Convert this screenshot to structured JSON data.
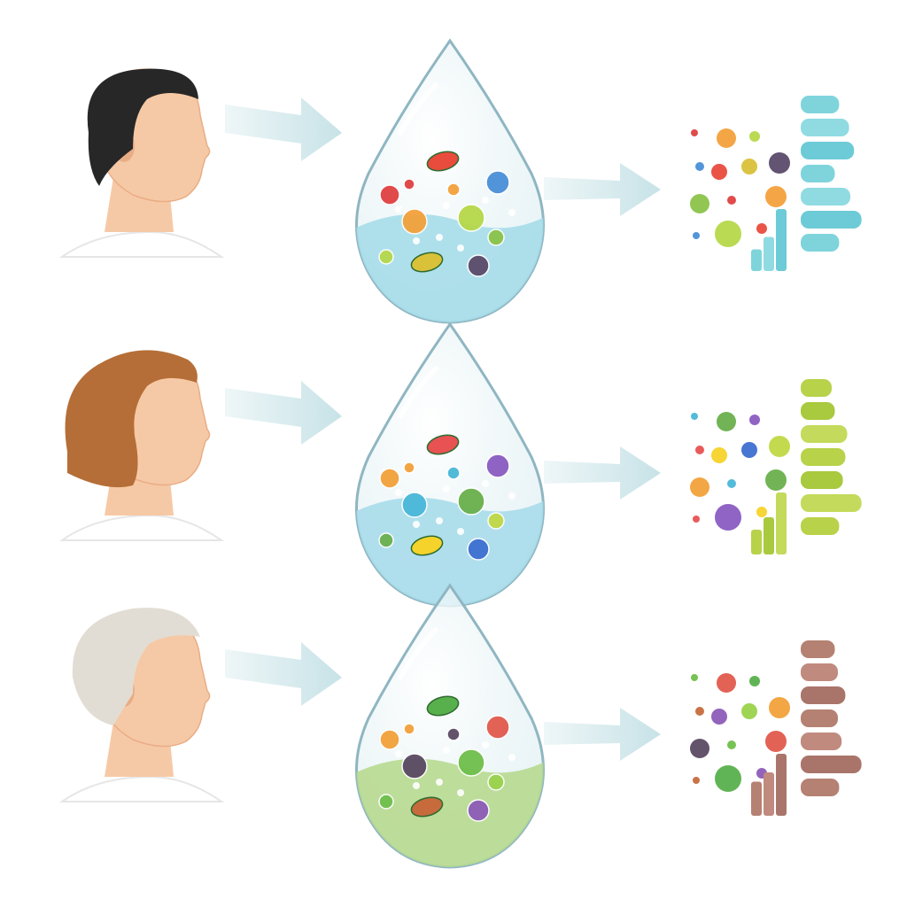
{
  "rows": [
    {
      "id": "young-man",
      "hair_color": "#272727",
      "fluid_color": "#a6dde9",
      "summary_palette": [
        "#7fd4dc",
        "#8fdbe1",
        "#6ccbd6"
      ],
      "summary_bar_levels": [
        0.62,
        0.78,
        0.86,
        0.55,
        0.8,
        0.98,
        0.62
      ],
      "summary_column_levels": [
        0.35,
        0.55,
        1.0
      ],
      "dot_colors": [
        "#e04141",
        "#f3a13c",
        "#b6d84a",
        "#4a8fd8",
        "#e94b3c",
        "#d9c13a",
        "#5a4b6a",
        "#8bc34a"
      ]
    },
    {
      "id": "middle-aged-woman",
      "hair_color": "#b56e37",
      "fluid_color": "#a8dcea",
      "summary_palette": [
        "#b8d24a",
        "#a9c93e",
        "#c3da5c"
      ],
      "summary_bar_levels": [
        0.5,
        0.55,
        0.75,
        0.72,
        0.68,
        0.98,
        0.62
      ],
      "summary_column_levels": [
        0.4,
        0.6,
        1.0
      ],
      "dot_colors": [
        "#f2a13a",
        "#4ab7d8",
        "#6ab04c",
        "#8a5cc2",
        "#e85252",
        "#f5d32a",
        "#3d6fd1",
        "#c0d845"
      ]
    },
    {
      "id": "older-man",
      "hair_color": "#e2ddd4",
      "fluid_color": "#b7d98f",
      "summary_palette": [
        "#b58172",
        "#c08a7e",
        "#a9756a"
      ],
      "summary_bar_levels": [
        0.55,
        0.6,
        0.72,
        0.6,
        0.66,
        0.98,
        0.62
      ],
      "summary_column_levels": [
        0.55,
        0.7,
        1.0
      ],
      "dot_colors": [
        "#f2a13a",
        "#5b4a63",
        "#6fbf4b",
        "#e25a4d",
        "#58b04c",
        "#c76b3c",
        "#8d5cb8",
        "#9ad24c"
      ]
    }
  ],
  "colors": {
    "skin": "#f6c9a6",
    "skin_shadow": "#e9ad86",
    "arrow": "#cfe6ea",
    "drop_outline": "#8fb6c2",
    "drop_glass": "#e9f4f6"
  }
}
